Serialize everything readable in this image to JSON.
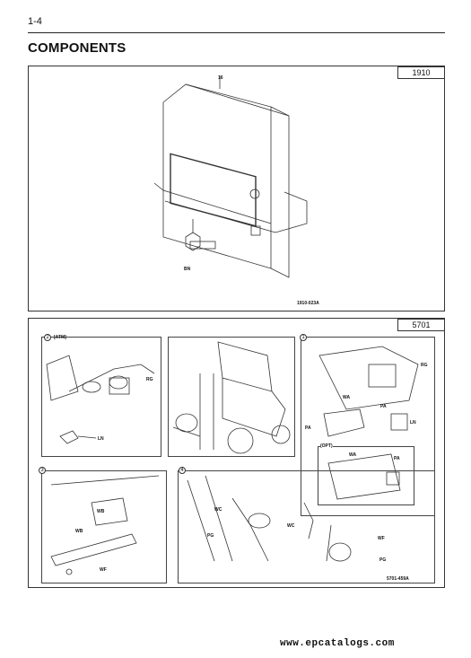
{
  "header": {
    "page_number": "1-4",
    "title": "COMPONENTS"
  },
  "panel1": {
    "tag": "1910",
    "callouts": {
      "part16": "16",
      "bolt": "BN"
    },
    "ref": "1910-023A"
  },
  "panel2": {
    "tag": "5701",
    "sub2": {
      "number": "2",
      "label": "[ATM]",
      "callouts": {
        "rg": "RG",
        "ln": "LN"
      }
    },
    "sub1": {
      "number": "1",
      "callouts": {
        "rg": "RG",
        "wa": "WA",
        "pa": "PA",
        "pa2": "PA",
        "ln": "LN"
      },
      "opt": {
        "label": "(OPT)",
        "callouts": {
          "wa": "WA",
          "pa": "PA"
        }
      }
    },
    "sub3": {
      "number": "3",
      "callouts": {
        "wb": "WB",
        "wb2": "WB",
        "wf": "WF"
      }
    },
    "sub4": {
      "number": "4",
      "callouts": {
        "wc": "WC",
        "pg": "PG",
        "wc2": "WC",
        "wf": "WF",
        "pg2": "PG"
      },
      "ref": "5701-459A"
    }
  },
  "footer": {
    "site": "www.epcatalogs.com"
  }
}
